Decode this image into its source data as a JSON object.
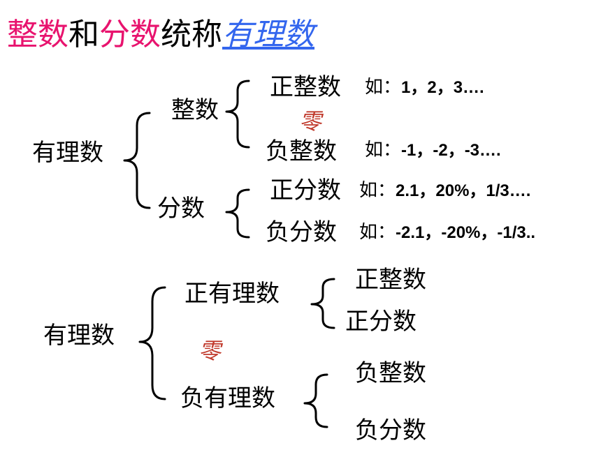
{
  "title": {
    "part1": "整数",
    "part2": "和",
    "part3": "分数",
    "part4": "统称",
    "part5": "有理数"
  },
  "diagram1": {
    "root": "有理数",
    "integer": "整数",
    "pos_int": "正整数",
    "pos_int_ex_label": "如：",
    "pos_int_ex": "1，2，3….",
    "zero": "零",
    "neg_int": "负整数",
    "neg_int_ex_label": "如：",
    "neg_int_ex": "-1，-2，-3….",
    "fraction": "分数",
    "pos_frac": "正分数",
    "pos_frac_ex_label": "如：",
    "pos_frac_ex": "2.1，20%，1/3….",
    "neg_frac": "负分数",
    "neg_frac_ex_label": "如：",
    "neg_frac_ex": "-2.1，-20%，-1/3.."
  },
  "diagram2": {
    "root": "有理数",
    "pos_rational": "正有理数",
    "pos_int": "正整数",
    "pos_frac": "正分数",
    "zero": "零",
    "neg_rational": "负有理数",
    "neg_int": "负整数",
    "neg_frac": "负分数"
  },
  "colors": {
    "title_highlight": "#e8136e",
    "title_link": "#3366ee",
    "zero": "#c0392b"
  }
}
